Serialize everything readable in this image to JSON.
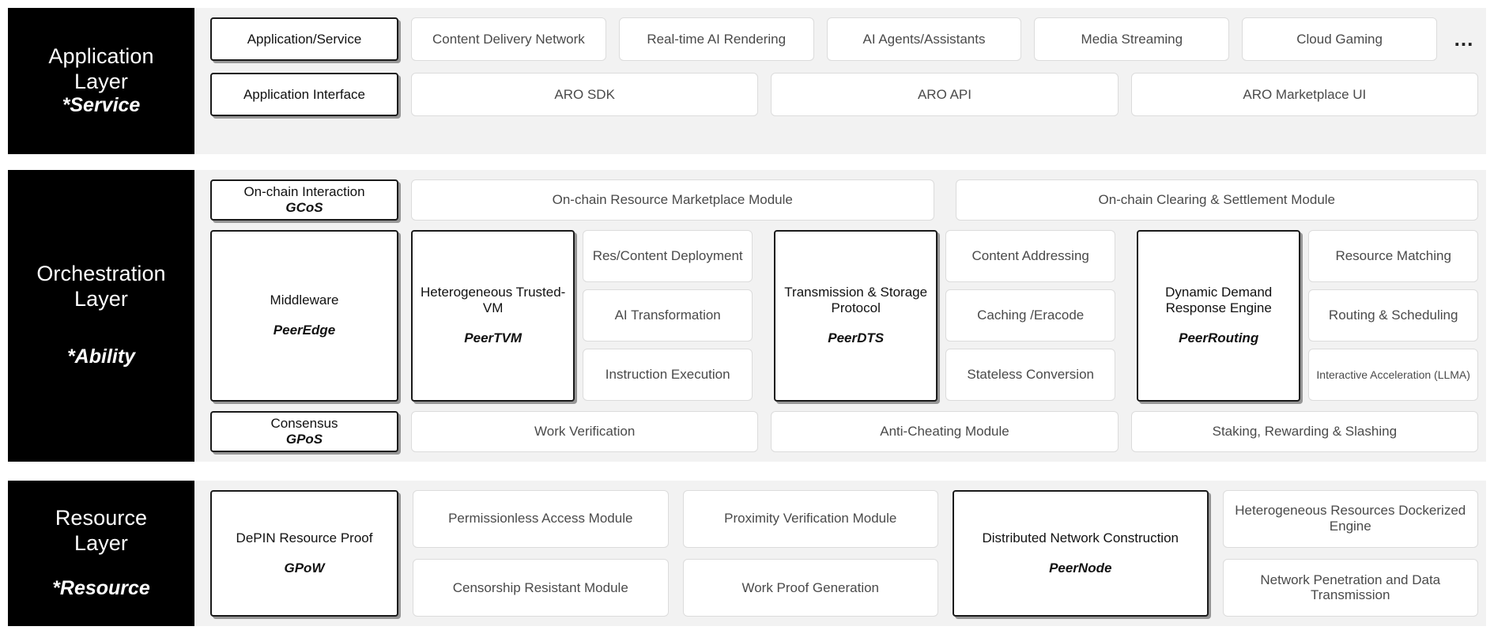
{
  "layers": [
    {
      "id": "application",
      "title_lines": [
        "Application",
        "Layer"
      ],
      "star_label": "*Service",
      "lead": [
        {
          "label": "Application/Service"
        },
        {
          "label": "Application Interface"
        }
      ],
      "row1": [
        {
          "label": "Content Delivery Network"
        },
        {
          "label": "Real-time AI Rendering"
        },
        {
          "label": "AI Agents/Assistants"
        },
        {
          "label": "Media Streaming"
        },
        {
          "label": "Cloud Gaming"
        }
      ],
      "row1_overflow": "...",
      "row2": [
        {
          "label": "ARO SDK"
        },
        {
          "label": "ARO API"
        },
        {
          "label": "ARO Marketplace UI"
        }
      ]
    },
    {
      "id": "orchestration",
      "title_lines": [
        "Orchestration",
        "Layer"
      ],
      "star_label": "*Ability",
      "lead_top": {
        "label": "On-chain Interaction",
        "sub": "GCoS"
      },
      "lead_middle": {
        "label": "Middleware",
        "sub": "PeerEdge"
      },
      "lead_bottom": {
        "label": "Consensus",
        "sub": "GPoS"
      },
      "row_top": [
        {
          "label": "On-chain Resource Marketplace Module"
        },
        {
          "label": "On-chain Clearing & Settlement Module"
        }
      ],
      "engines": [
        {
          "main": {
            "label": "Heterogeneous Trusted-VM",
            "sub": "PeerTVM"
          },
          "side": [
            {
              "label": "Res/Content Deployment"
            },
            {
              "label": "AI Transformation"
            },
            {
              "label": "Instruction Execution"
            }
          ]
        },
        {
          "main": {
            "label": "Transmission & Storage Protocol",
            "sub": "PeerDTS"
          },
          "side": [
            {
              "label": "Content Addressing"
            },
            {
              "label": "Caching /Eracode"
            },
            {
              "label": "Stateless Conversion"
            }
          ]
        },
        {
          "main": {
            "label": "Dynamic Demand Response Engine",
            "sub": "PeerRouting"
          },
          "side": [
            {
              "label": "Resource Matching"
            },
            {
              "label": "Routing & Scheduling"
            },
            {
              "label": "Interactive Acceleration (LLMA)",
              "small": true
            }
          ]
        }
      ],
      "row_bottom": [
        {
          "label": "Work Verification"
        },
        {
          "label": "Anti-Cheating Module"
        },
        {
          "label": "Staking, Rewarding & Slashing"
        }
      ]
    },
    {
      "id": "resource",
      "title_lines": [
        "Resource",
        "Layer"
      ],
      "star_label": "*Resource",
      "lead": {
        "label": "DePIN Resource Proof",
        "sub": "GPoW"
      },
      "columns": [
        {
          "type": "stack",
          "items": [
            {
              "label": "Permissionless Access Module"
            },
            {
              "label": "Censorship Resistant Module"
            }
          ]
        },
        {
          "type": "stack",
          "items": [
            {
              "label": "Proximity Verification Module"
            },
            {
              "label": "Work Proof Generation"
            }
          ]
        },
        {
          "type": "single",
          "items": [
            {
              "label": "Distributed Network Construction",
              "sub": "PeerNode",
              "strong": true
            }
          ]
        },
        {
          "type": "stack",
          "items": [
            {
              "label": "Heterogeneous Resources Dockerized Engine"
            },
            {
              "label": "Network Penetration and Data Transmission"
            }
          ]
        }
      ]
    }
  ],
  "colors": {
    "layer_title_bg": "#000000",
    "layer_body_bg": "#f2f2f2",
    "soft_border": "#dcdcdc",
    "soft_text": "#4a4a4a",
    "strong_border": "#1a1a1a",
    "page_bg": "#ffffff"
  }
}
